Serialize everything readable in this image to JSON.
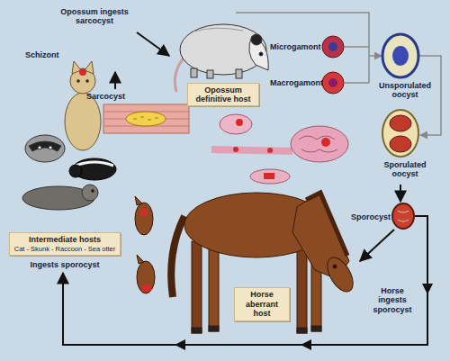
{
  "diagram": {
    "nodes": [
      {
        "text": [
          "Opossum definitive host"
        ]
      },
      {
        "text": [
          "Intermediate hosts",
          "Cat - Skunk - Raccoon - Sea otter"
        ]
      },
      {
        "text": [
          "Horse aberrant host"
        ]
      }
    ],
    "labels": [
      "Opossum ingests sarcocyst",
      "Schizont",
      "Sarcocyst",
      "Microgamont",
      "Macrogamont",
      "Unsporulated oocyst",
      "Sporulated oocyst",
      "Sporocyst",
      "Ingests sporocyst",
      "Horse ingests sporocyst"
    ]
  }
}
